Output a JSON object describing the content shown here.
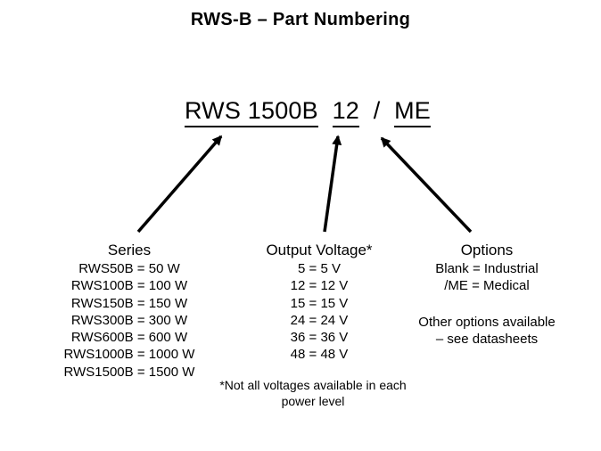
{
  "title": "RWS-B – Part Numbering",
  "part_number": {
    "series_segment": "RWS 1500B",
    "voltage_segment": "12",
    "separator": "/",
    "options_segment": "ME"
  },
  "columns": [
    {
      "header": "Series",
      "items": [
        "RWS50B = 50 W",
        "RWS100B = 100 W",
        "RWS150B = 150 W",
        "RWS300B = 300 W",
        "RWS600B = 600 W",
        "RWS1000B = 1000 W",
        "RWS1500B = 1500 W"
      ]
    },
    {
      "header": "Output Voltage*",
      "items": [
        "5 = 5 V",
        "12 = 12 V",
        "15 = 15 V",
        "24 = 24 V",
        "36 = 36 V",
        "48 = 48 V"
      ]
    },
    {
      "header": "Options",
      "items": [
        "Blank = Industrial",
        "/ME = Medical"
      ],
      "note_lines": [
        "Other options available",
        "– see datasheets"
      ]
    }
  ],
  "footnote_lines": [
    "*Not all voltages available in each",
    "power level"
  ],
  "colors": {
    "text": "#000000",
    "background": "#ffffff"
  }
}
